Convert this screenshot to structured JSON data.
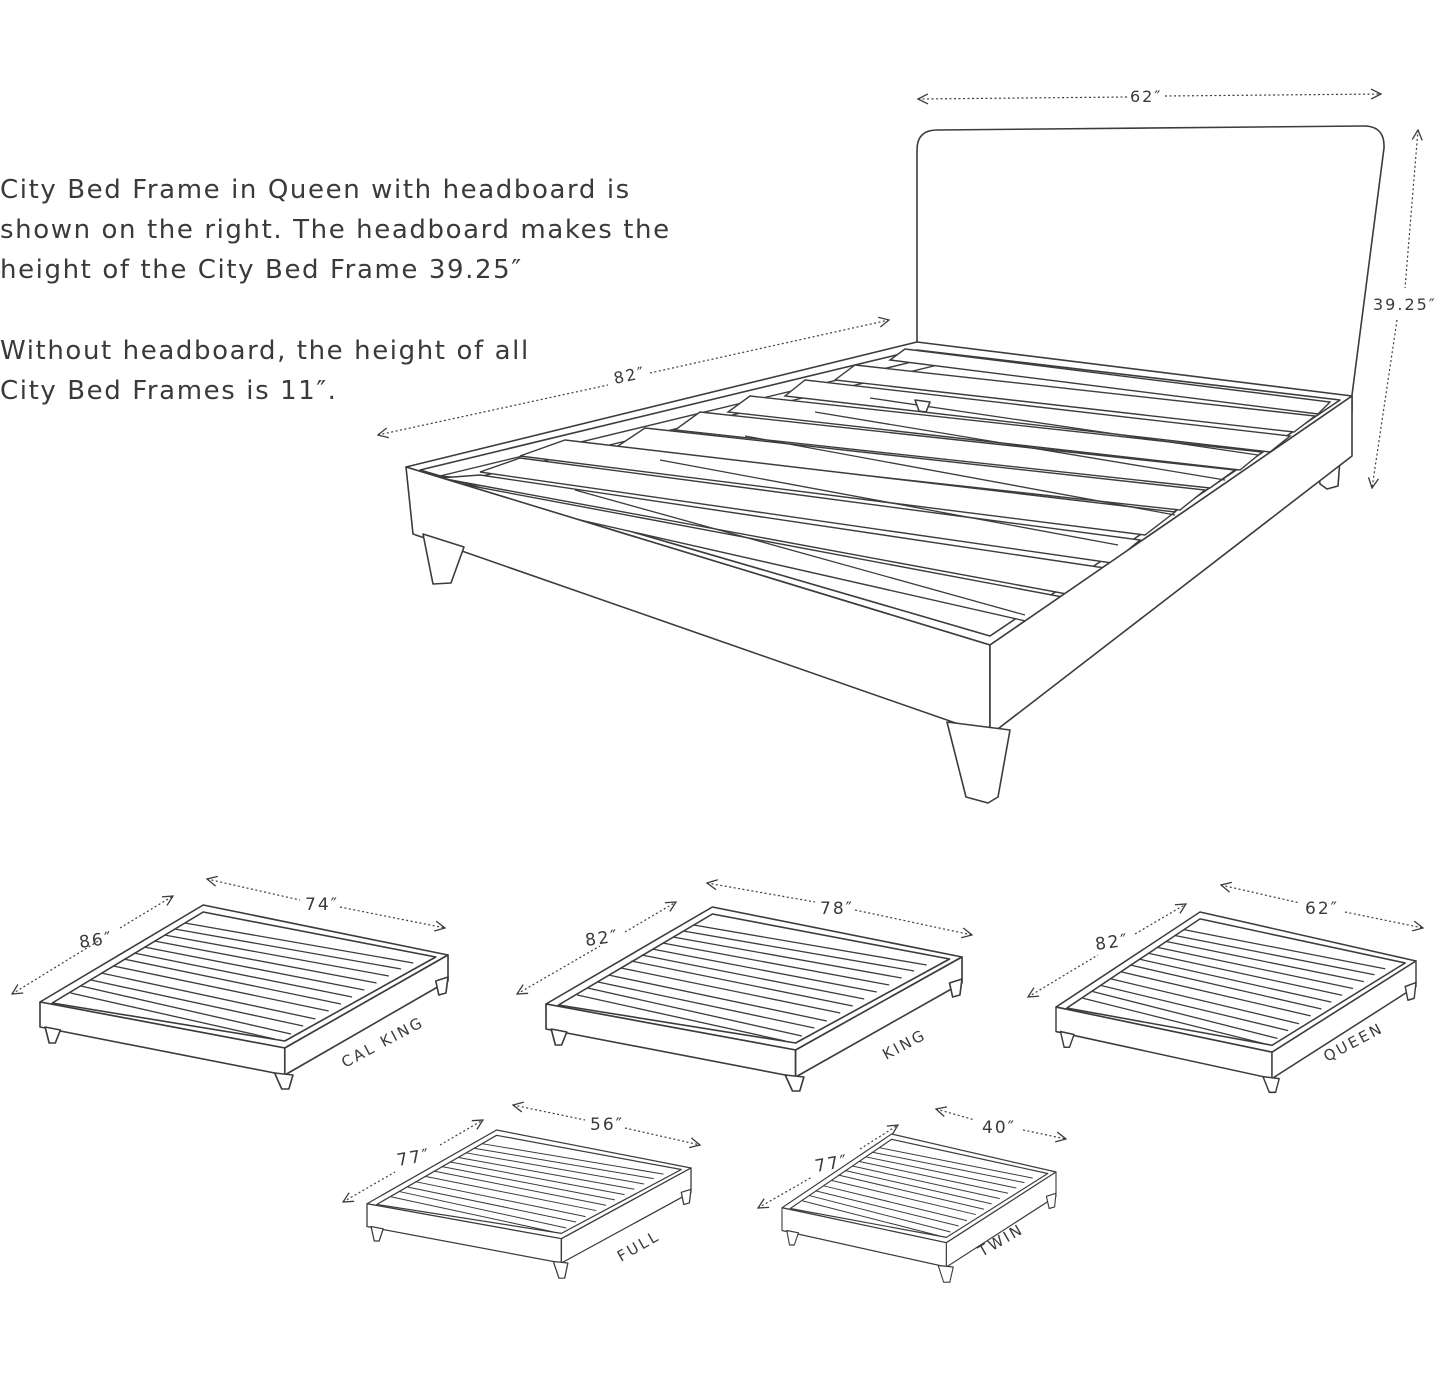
{
  "description": {
    "paragraph_1": "City Bed Frame in Queen with headboard is shown on the right.  The headboard makes the height of the City Bed Frame 39.25″",
    "paragraph_2": "Without headboard, the height of all City Bed Frames is 11″."
  },
  "queen_with_headboard": {
    "width_label": "62″",
    "length_label": "82″",
    "height_label": "39.25″"
  },
  "sizes": [
    {
      "name": "CAL KING",
      "width_label": "74″",
      "length_label": "86″"
    },
    {
      "name": "KING",
      "width_label": "78″",
      "length_label": "82″"
    },
    {
      "name": "QUEEN",
      "width_label": "62″",
      "length_label": "82″"
    },
    {
      "name": "FULL",
      "width_label": "56″",
      "length_label": "77″"
    },
    {
      "name": "TWIN",
      "width_label": "40″",
      "length_label": "77″"
    }
  ]
}
